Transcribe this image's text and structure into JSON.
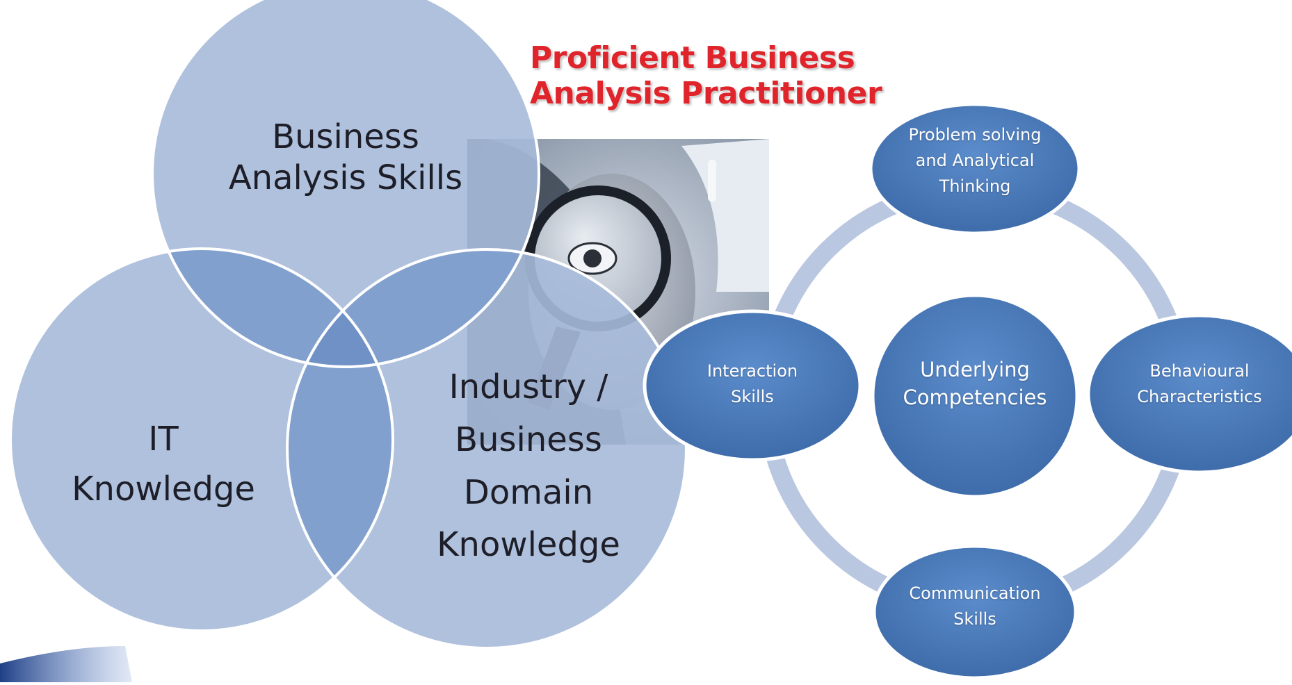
{
  "headline": {
    "line1": "Proficient Business",
    "line2": "Analysis Practitioner"
  },
  "venn": {
    "business": [
      "Business",
      "Analysis Skills"
    ],
    "it": [
      "IT",
      "Knowledge"
    ],
    "industry": [
      "Industry /",
      "Business",
      "Domain",
      "Knowledge"
    ]
  },
  "competency_cycle": {
    "center": [
      "Underlying",
      "Competencies"
    ],
    "top": [
      "Problem solving",
      "and Analytical",
      "Thinking"
    ],
    "right": [
      "Behavioural",
      "Characteristics"
    ],
    "bottom": [
      "Communication",
      "Skills"
    ],
    "left": [
      "Interaction",
      "Skills"
    ]
  },
  "colors": {
    "venn_fill": "#a6bad9",
    "venn_overlap": "#7f9dcc",
    "venn_border": "#ffffff",
    "node_fill": "#4f7fbf",
    "ring": "#b9c7e0",
    "headline": "#e0242b"
  },
  "icons": {
    "photo": "magnifying-glass-photo",
    "corner_swoosh": "blue-swoosh"
  }
}
